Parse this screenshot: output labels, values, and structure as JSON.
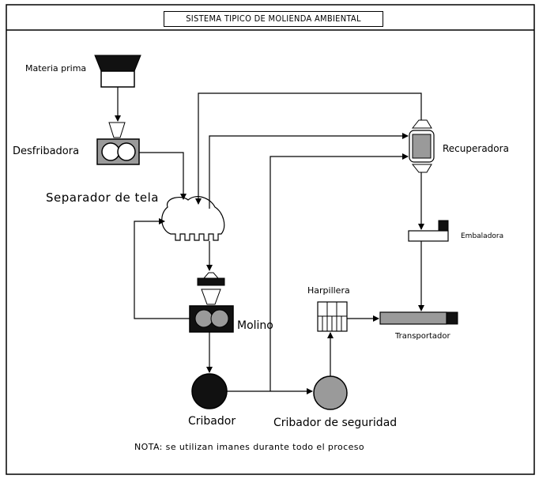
{
  "title": "SISTEMA TIPICO DE MOLIENDA AMBIENTAL",
  "labels": {
    "materia_prima": "Materia prima",
    "desfribadora": "Desfribadora",
    "separador": "Separador de tela",
    "molino": "Molino",
    "cribador": "Cribador",
    "cribador_seguridad": "Cribador de seguridad",
    "harpillera": "Harpillera",
    "recuperadora": "Recuperadora",
    "embaladora": "Embaladora",
    "transportador": "Transportador"
  },
  "note": "NOTA: se utilizan imanes durante todo el proceso",
  "colors": {
    "line": "#000000",
    "gray_fill": "#9a9a9a",
    "dark_fill": "#111111",
    "light_fill": "#ffffff"
  }
}
